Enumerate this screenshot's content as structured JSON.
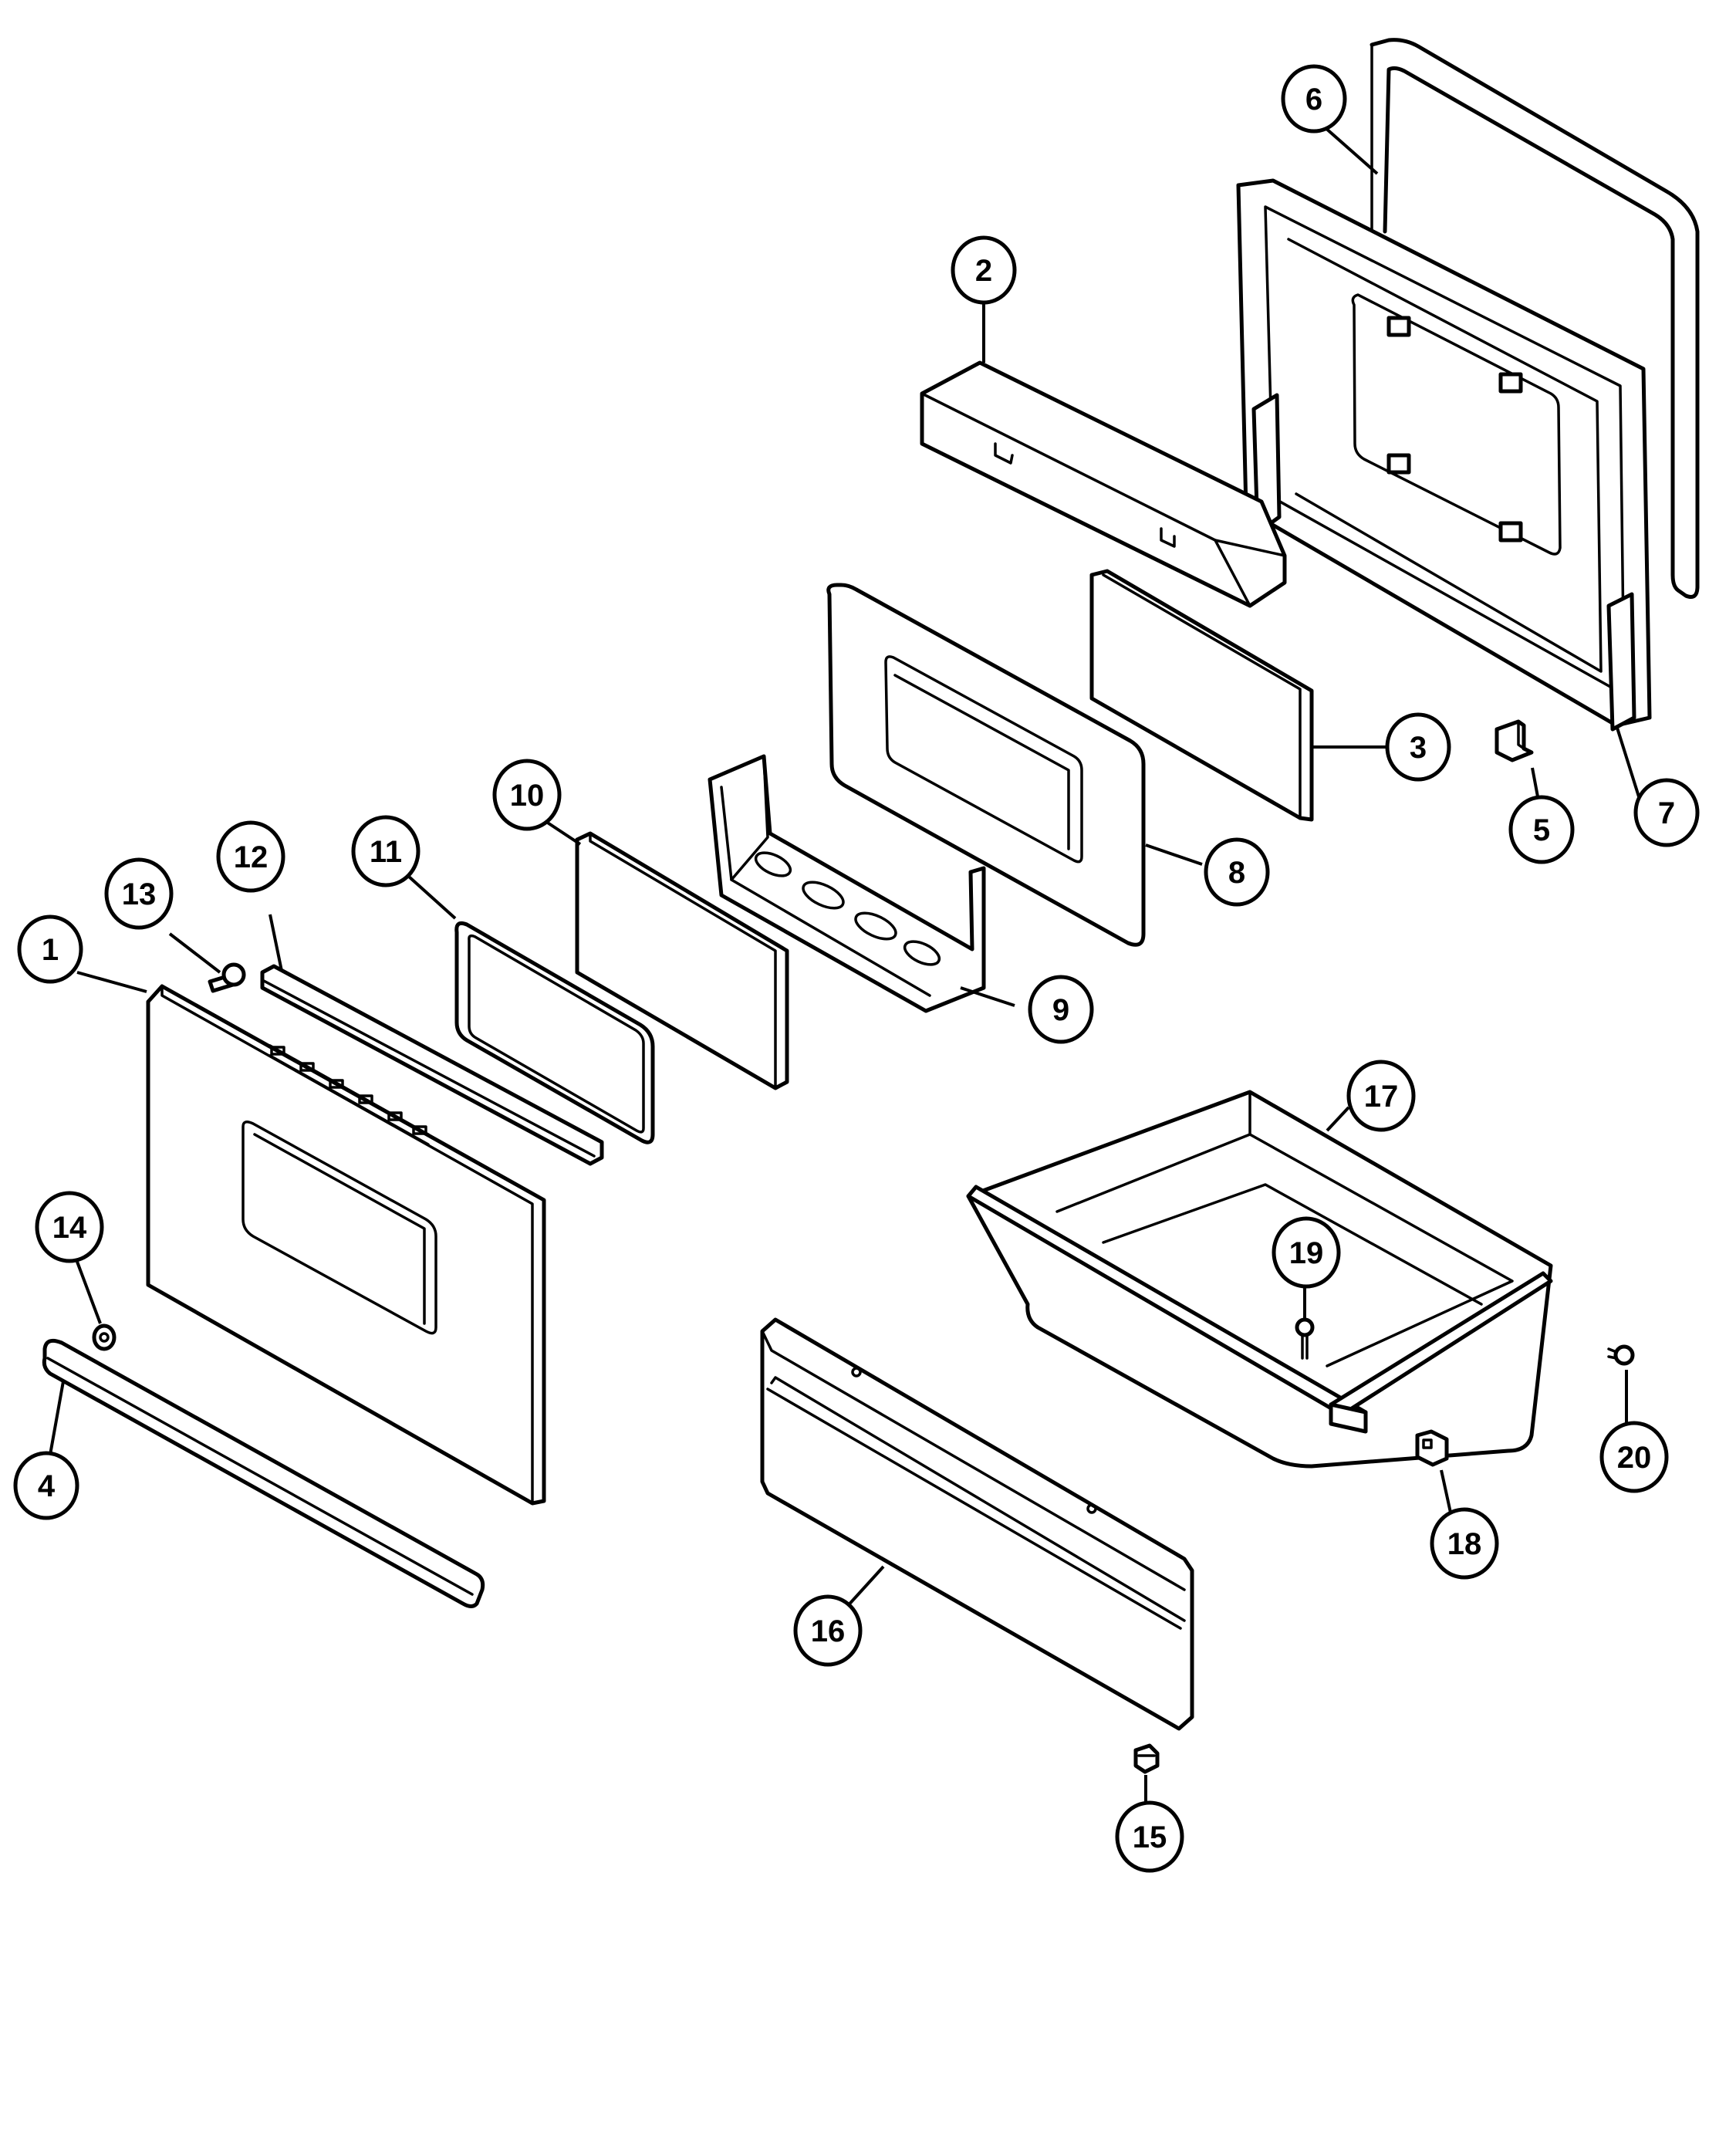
{
  "callouts": [
    {
      "id": "1",
      "label": "1",
      "part": "door-outer-panel"
    },
    {
      "id": "2",
      "label": "2",
      "part": "door-top-trim"
    },
    {
      "id": "3",
      "label": "3",
      "part": "inner-glass"
    },
    {
      "id": "4",
      "label": "4",
      "part": "door-handle"
    },
    {
      "id": "5",
      "label": "5",
      "part": "clip"
    },
    {
      "id": "6",
      "label": "6",
      "part": "door-gasket"
    },
    {
      "id": "7",
      "label": "7",
      "part": "door-liner"
    },
    {
      "id": "8",
      "label": "8",
      "part": "window-frame"
    },
    {
      "id": "9",
      "label": "9",
      "part": "glass-support"
    },
    {
      "id": "10",
      "label": "10",
      "part": "middle-glass"
    },
    {
      "id": "11",
      "label": "11",
      "part": "outer-glass-gasket"
    },
    {
      "id": "12",
      "label": "12",
      "part": "trim-strip"
    },
    {
      "id": "13",
      "label": "13",
      "part": "screw"
    },
    {
      "id": "14",
      "label": "14",
      "part": "handle-screw"
    },
    {
      "id": "15",
      "label": "15",
      "part": "drawer-bumper"
    },
    {
      "id": "16",
      "label": "16",
      "part": "drawer-front"
    },
    {
      "id": "17",
      "label": "17",
      "part": "drawer-body"
    },
    {
      "id": "18",
      "label": "18",
      "part": "drawer-stop"
    },
    {
      "id": "19",
      "label": "19",
      "part": "drawer-screw"
    },
    {
      "id": "20",
      "label": "20",
      "part": "drawer-roller"
    }
  ],
  "colors": {
    "line": "#000000",
    "background": "#ffffff"
  }
}
